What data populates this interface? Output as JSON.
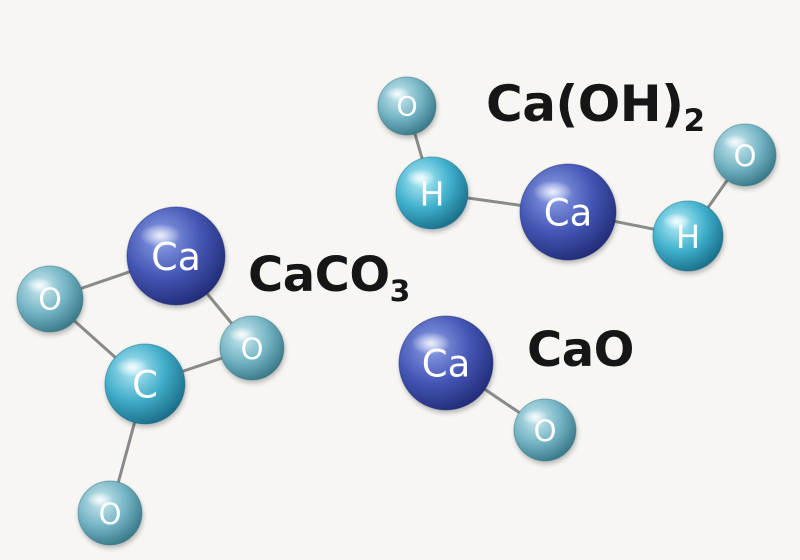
{
  "diagram": {
    "formulas": {
      "caoh2": {
        "main": "Ca(OH)",
        "sub": "2"
      },
      "caco3": {
        "main": "CaCO",
        "sub": "3"
      },
      "cao": {
        "main": "CaO"
      }
    },
    "molecules": [
      {
        "id": "caoh2",
        "atoms": [
          {
            "id": "o1",
            "symbol": "O",
            "kind": "oxygen"
          },
          {
            "id": "h1",
            "symbol": "H",
            "kind": "hydrogen"
          },
          {
            "id": "ca",
            "symbol": "Ca",
            "kind": "calcium"
          },
          {
            "id": "h2",
            "symbol": "H",
            "kind": "hydrogen"
          },
          {
            "id": "o2",
            "symbol": "O",
            "kind": "oxygen"
          }
        ],
        "bonds": [
          [
            "o1",
            "h1"
          ],
          [
            "h1",
            "ca"
          ],
          [
            "ca",
            "h2"
          ],
          [
            "h2",
            "o2"
          ]
        ]
      },
      {
        "id": "caco3",
        "atoms": [
          {
            "id": "ca",
            "symbol": "Ca",
            "kind": "calcium"
          },
          {
            "id": "oL",
            "symbol": "O",
            "kind": "oxygen"
          },
          {
            "id": "oR",
            "symbol": "O",
            "kind": "oxygen"
          },
          {
            "id": "c",
            "symbol": "C",
            "kind": "carbon"
          },
          {
            "id": "oB",
            "symbol": "O",
            "kind": "oxygen"
          }
        ],
        "bonds": [
          [
            "ca",
            "oL"
          ],
          [
            "ca",
            "oR"
          ],
          [
            "oL",
            "c"
          ],
          [
            "c",
            "oR"
          ],
          [
            "c",
            "oB"
          ]
        ]
      },
      {
        "id": "cao",
        "atoms": [
          {
            "id": "ca",
            "symbol": "Ca",
            "kind": "calcium"
          },
          {
            "id": "o",
            "symbol": "O",
            "kind": "oxygen"
          }
        ],
        "bonds": [
          [
            "ca",
            "o"
          ]
        ]
      }
    ],
    "colors": {
      "calcium": {
        "light": "#8ea2e8",
        "mid": "#4456b4",
        "dark": "#222d78"
      },
      "hydrogen": {
        "light": "#b8eef8",
        "mid": "#3fb0cc",
        "dark": "#1a6f8a"
      },
      "carbon": {
        "light": "#b6eaf6",
        "mid": "#40acc8",
        "dark": "#1b6d88"
      },
      "oxygen": {
        "light": "#cdeaf0",
        "mid": "#74b4c4",
        "dark": "#3a7888"
      },
      "bond": "#8a8a8a",
      "label": "#ffffff"
    }
  }
}
